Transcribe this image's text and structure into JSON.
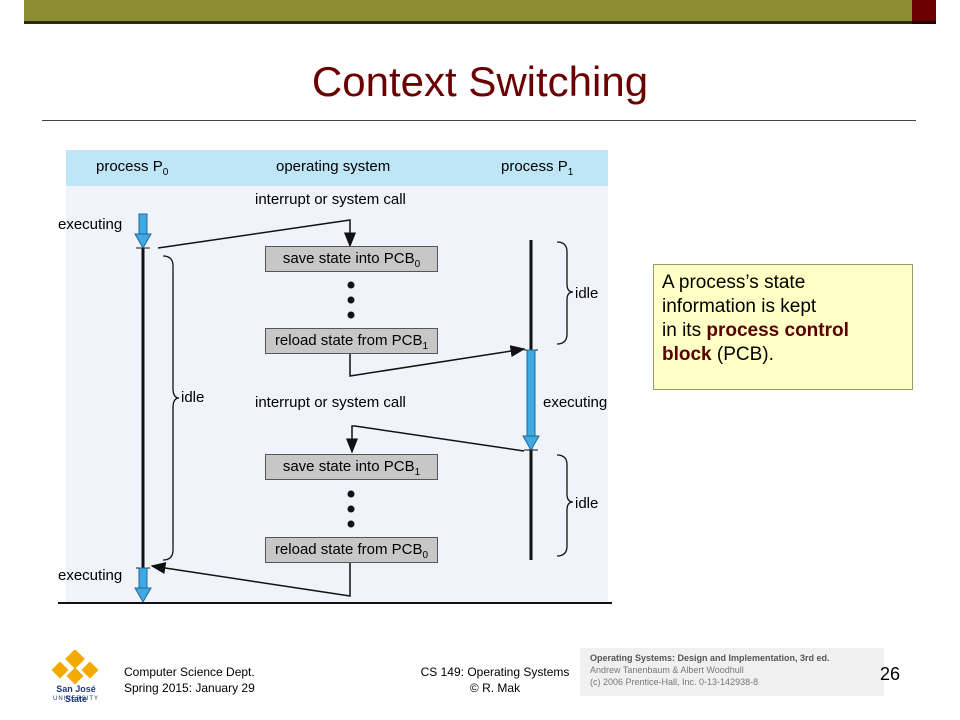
{
  "slide": {
    "title": "Context Switching",
    "page_number": "26"
  },
  "diagram": {
    "col_p0": "process P",
    "col_p0_sub": "0",
    "col_os": "operating system",
    "col_p1": "process P",
    "col_p1_sub": "1",
    "executing_top": "executing",
    "executing_bottom": "executing",
    "executing_p1": "executing",
    "idle_p0": "idle",
    "idle_p1_top": "idle",
    "idle_p1_bottom": "idle",
    "interrupt_1": "interrupt or system call",
    "interrupt_2": "interrupt or system call",
    "box1_text": "save state into PCB",
    "box1_sub": "0",
    "box2_text": "reload state from PCB",
    "box2_sub": "1",
    "box3_text": "save state into PCB",
    "box3_sub": "1",
    "box4_text": "reload state from PCB",
    "box4_sub": "0",
    "colors": {
      "band": "#bfe6f7",
      "box": "#c7c7c7",
      "arrow_blue": "#3fa9e0"
    }
  },
  "callout": {
    "line1": "A process’s state",
    "line2": "information is kept",
    "line3_plain": "in its ",
    "line3_bold": "process control",
    "line4_bold": "block",
    "line4_plain": " (PCB)."
  },
  "footer": {
    "dept": "Computer Science Dept.",
    "term": "Spring 2015: January 29",
    "course": "CS 149: Operating Systems",
    "author": "© R. Mak",
    "logo_name": "San José State",
    "logo_sub": "UNIVERSITY",
    "ref_title": "Operating Systems: Design and Implementation, 3rd ed.",
    "ref_authors": "Andrew Tanenbaum & Albert Woodhull",
    "ref_copyright": "(c) 2006 Prentice-Hall, Inc. 0-13-142938-8"
  }
}
